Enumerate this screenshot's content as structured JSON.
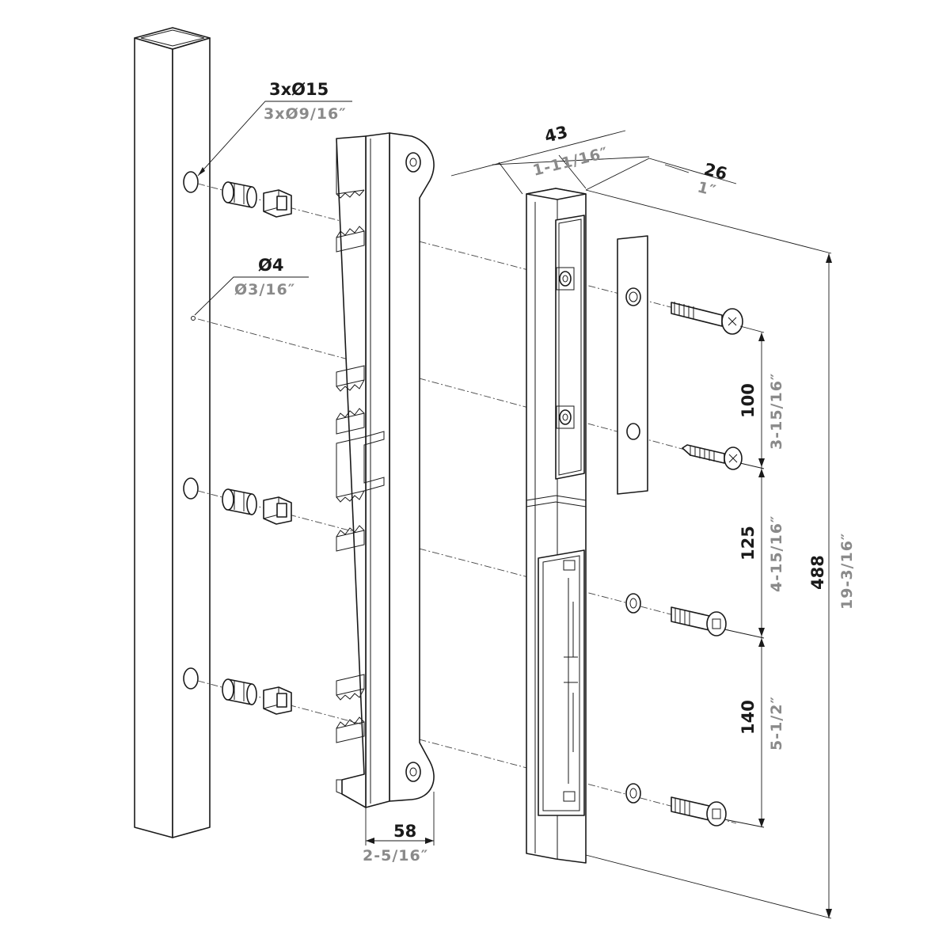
{
  "diagram": {
    "labels": {
      "holes_mm": "3xØ15",
      "holes_in": "3xØ9/16″",
      "pin_mm": "Ø4",
      "pin_in": "Ø3/16″",
      "width_mm": "43",
      "width_in": "1-11/16″",
      "depth_mm": "26",
      "depth_in": "1″",
      "bracket_mm": "58",
      "bracket_in": "2-5/16″",
      "spacing1_mm": "100",
      "spacing1_in": "3-15/16″",
      "spacing2_mm": "125",
      "spacing2_in": "4-15/16″",
      "spacing3_mm": "140",
      "spacing3_in": "5-1/2″",
      "height_mm": "488",
      "height_in": "19-3/16″"
    },
    "colors": {
      "line": "#1a1a1a",
      "imperial_text": "#8a8a8a",
      "background": "#ffffff"
    }
  }
}
